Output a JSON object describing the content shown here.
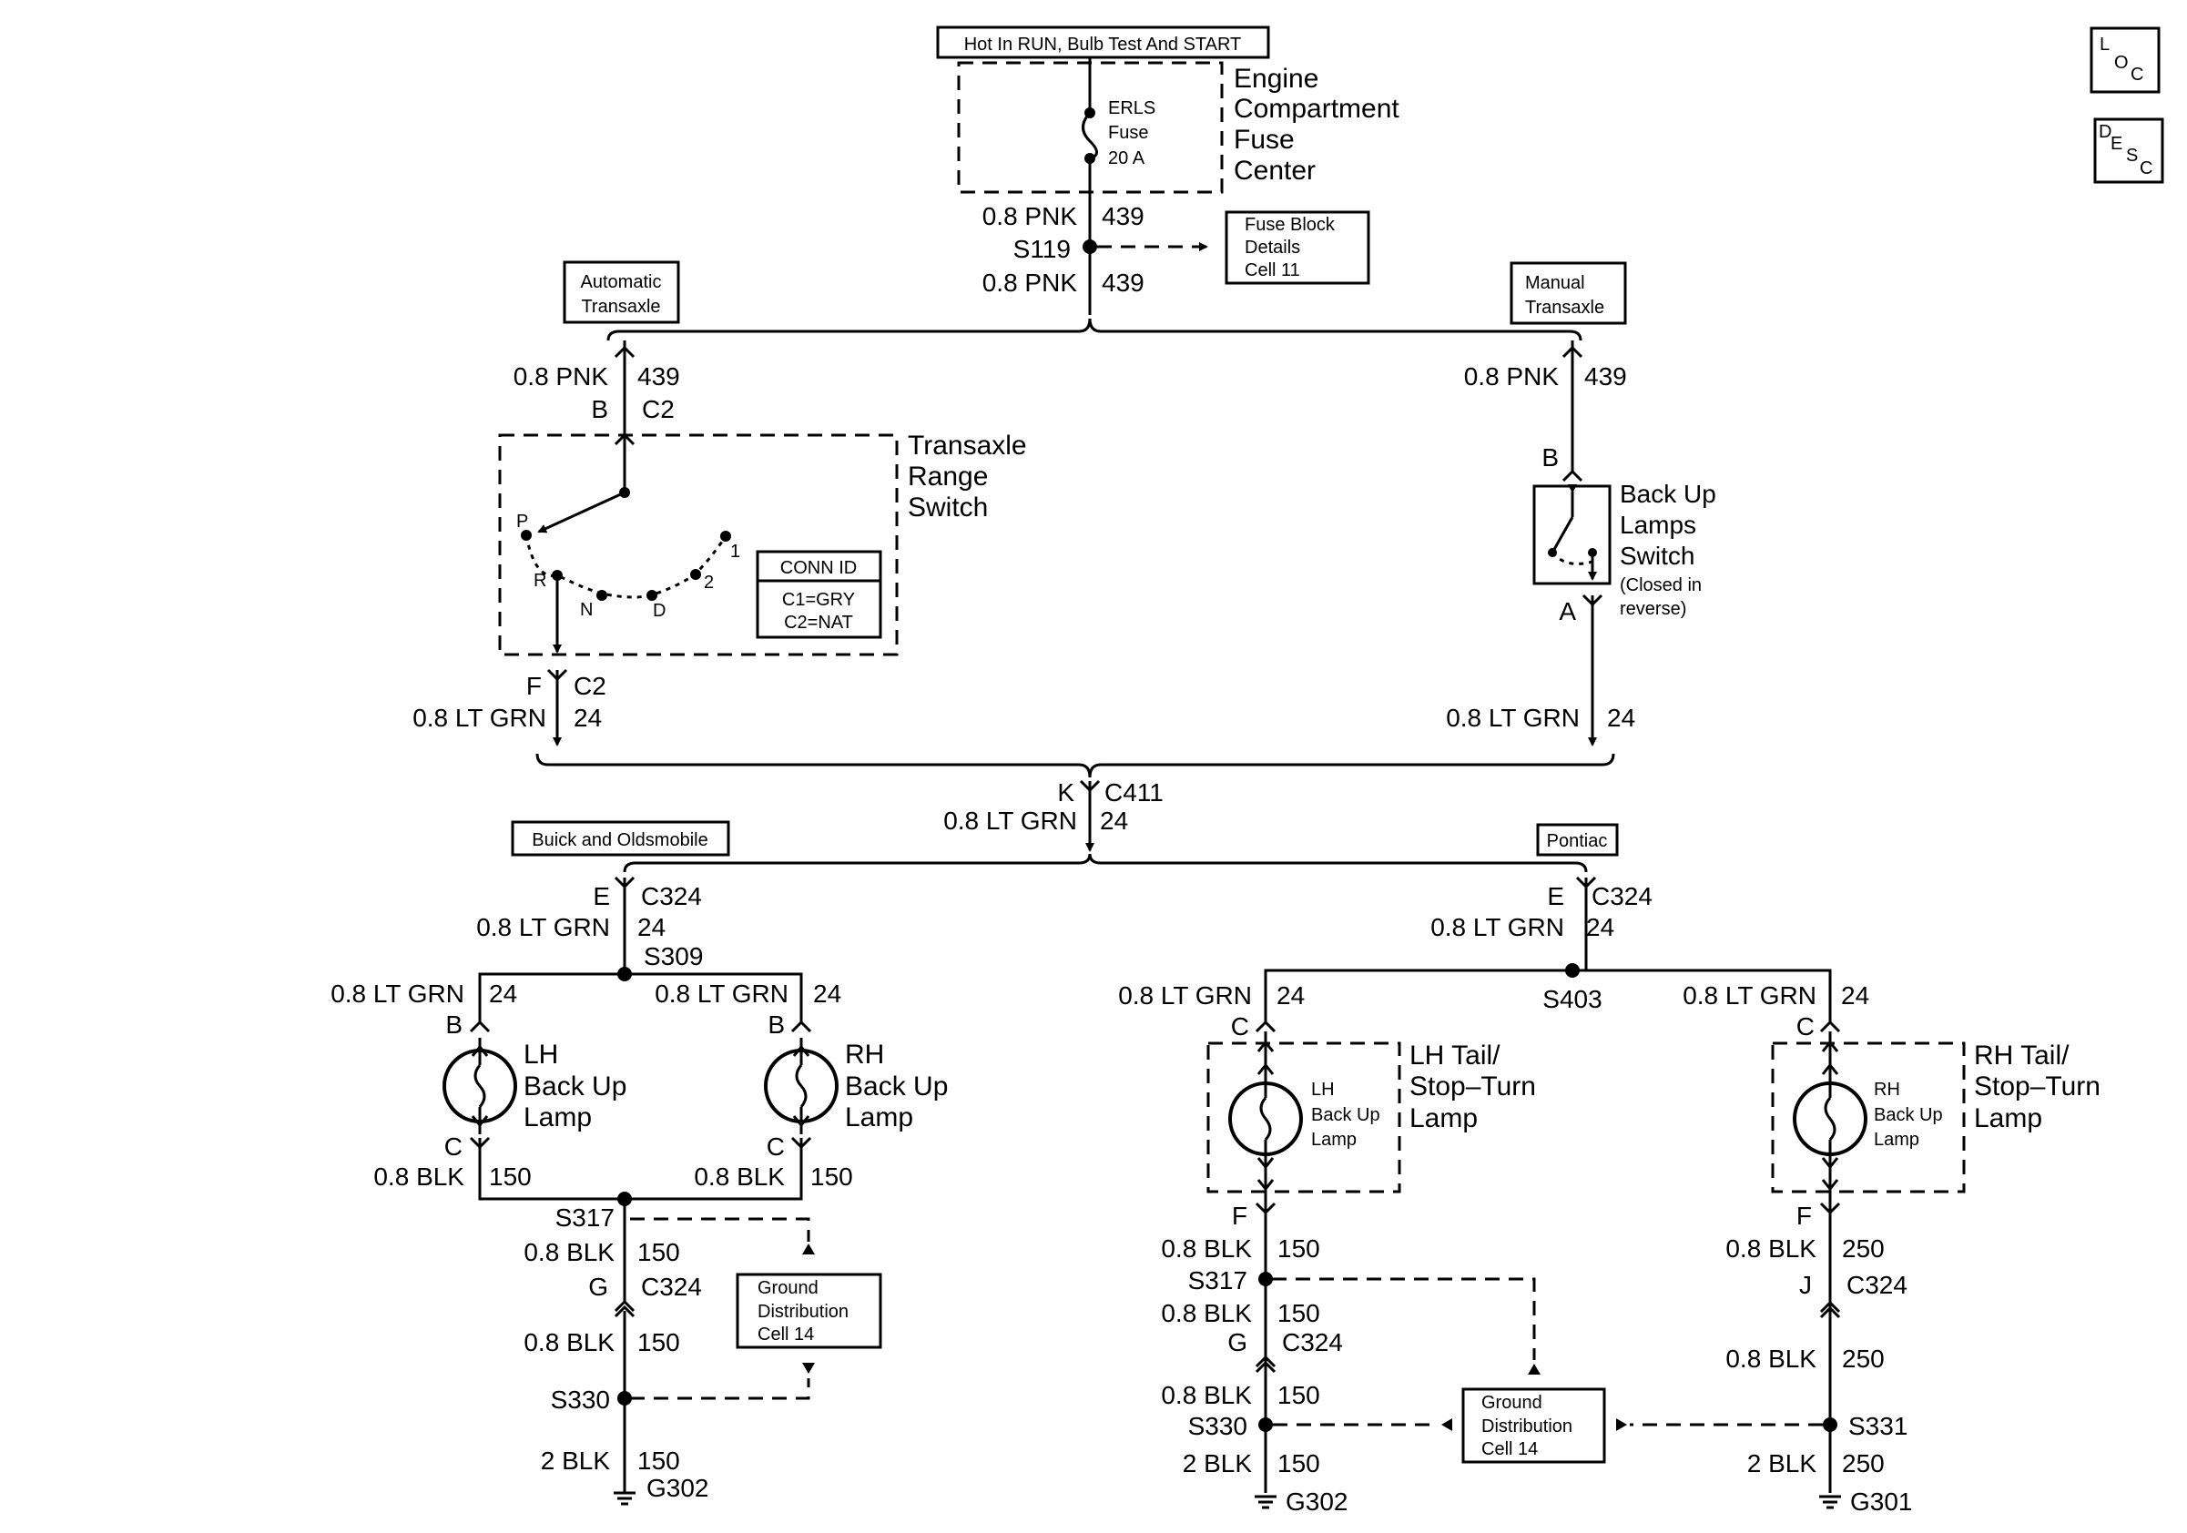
{
  "header_boxes": {
    "power": "Hot In RUN, Bulb Test And START",
    "auto": [
      "Automatic",
      "Transaxle"
    ],
    "manual": [
      "Manual",
      "Transaxle"
    ],
    "buick": "Buick and Oldsmobile",
    "pontiac": "Pontiac"
  },
  "corner_icons": {
    "loc": [
      "L",
      "O",
      "C"
    ],
    "desc": [
      "D",
      "E",
      "S",
      "C"
    ]
  },
  "fuse": {
    "name": [
      "ERLS",
      "Fuse",
      "20 A"
    ],
    "center": [
      "Engine",
      "Compartment",
      "Fuse",
      "Center"
    ]
  },
  "s119": {
    "wire_top": "0.8 PNK",
    "circ_top": "439",
    "splice": "S119",
    "wire_bot": "0.8 PNK",
    "circ_bot": "439",
    "ref": [
      "Fuse Block",
      "Details",
      "Cell 11"
    ]
  },
  "auto": {
    "wire": "0.8 PNK",
    "circ": "439",
    "pin_in": "B",
    "conn_in": "C2",
    "switch": [
      "Transaxle",
      "Range",
      "Switch"
    ],
    "positions": [
      "P",
      "R",
      "N",
      "D",
      "2",
      "1"
    ],
    "conn_id_title": "CONN ID",
    "conn_id": [
      "C1=GRY",
      "C2=NAT"
    ],
    "pin_out": "F",
    "conn_out": "C2",
    "wire_out": "0.8 LT GRN",
    "circ_out": "24"
  },
  "manual": {
    "wire": "0.8 PNK",
    "circ": "439",
    "pin_in": "B",
    "switch": [
      "Back Up",
      "Lamps",
      "Switch",
      "(Closed in",
      "reverse)"
    ],
    "pin_out": "A",
    "wire_out": "0.8 LT GRN",
    "circ_out": "24"
  },
  "c411": {
    "pin": "K",
    "conn": "C411",
    "wire": "0.8 LT GRN",
    "circ": "24"
  },
  "buick": {
    "pin_top": "E",
    "conn_top": "C324",
    "wire_top": "0.8 LT GRN",
    "circ_top": "24",
    "splice_top": "S309",
    "lh_wire": "0.8 LT GRN",
    "lh_circ": "24",
    "lh_pin_b": "B",
    "lh_lamp": [
      "LH",
      "Back Up",
      "Lamp"
    ],
    "lh_pin_c": "C",
    "lh_gnd_wire": "0.8 BLK",
    "lh_gnd_circ": "150",
    "rh_wire": "0.8 LT GRN",
    "rh_circ": "24",
    "rh_pin_b": "B",
    "rh_lamp": [
      "RH",
      "Back Up",
      "Lamp"
    ],
    "rh_pin_c": "C",
    "rh_gnd_wire": "0.8 BLK",
    "rh_gnd_circ": "150",
    "s317": "S317",
    "w1": "0.8 BLK",
    "c1": "150",
    "pin_g": "G",
    "conn_g": "C324",
    "w2": "0.8 BLK",
    "c2": "150",
    "s330": "S330",
    "w3": "2 BLK",
    "c3": "150",
    "ground": "G302",
    "ref": [
      "Ground",
      "Distribution",
      "Cell 14"
    ]
  },
  "pontiac": {
    "pin_top": "E",
    "conn_top": "C324",
    "wire_top": "0.8 LT GRN",
    "circ_top": "24",
    "splice_top": "S403",
    "lh_wire": "0.8 LT GRN",
    "lh_circ": "24",
    "lh_pin_c": "C",
    "lh_bulb": [
      "LH",
      "Back Up",
      "Lamp"
    ],
    "lh_lamp": [
      "LH Tail/",
      "Stop–Turn",
      "Lamp"
    ],
    "lh_pin_f": "F",
    "lh_w1": "0.8 BLK",
    "lh_c1": "150",
    "lh_s317": "S317",
    "lh_w2": "0.8 BLK",
    "lh_c2": "150",
    "lh_pin_g": "G",
    "lh_conn_g": "C324",
    "lh_w3": "0.8 BLK",
    "lh_c3": "150",
    "lh_s330": "S330",
    "lh_w4": "2 BLK",
    "lh_c4": "150",
    "lh_ground": "G302",
    "rh_wire": "0.8 LT GRN",
    "rh_circ": "24",
    "rh_pin_c": "C",
    "rh_bulb": [
      "RH",
      "Back Up",
      "Lamp"
    ],
    "rh_lamp": [
      "RH Tail/",
      "Stop–Turn",
      "Lamp"
    ],
    "rh_pin_f": "F",
    "rh_w1": "0.8 BLK",
    "rh_c1": "250",
    "rh_pin_j": "J",
    "rh_conn_j": "C324",
    "rh_w2": "0.8 BLK",
    "rh_c2": "250",
    "rh_s331": "S331",
    "rh_w3": "2 BLK",
    "rh_c3": "250",
    "rh_ground": "G301",
    "ref": [
      "Ground",
      "Distribution",
      "Cell 14"
    ]
  }
}
